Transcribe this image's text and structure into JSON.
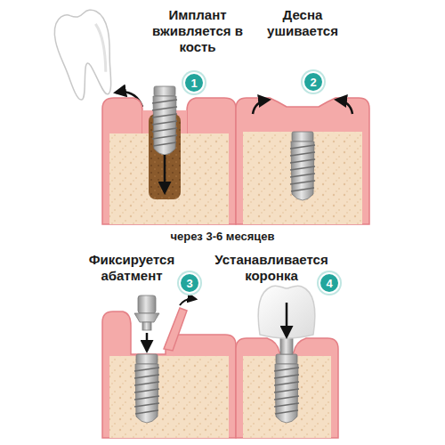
{
  "diagram": {
    "nodes": [
      {
        "text": [
          "1"
        ]
      },
      {
        "text": [
          "2"
        ]
      },
      {
        "text": [
          "3"
        ]
      },
      {
        "text": [
          "4"
        ]
      }
    ],
    "labels": [
      "Имплант вживляется в кость",
      "Десна ушивается",
      "через 3-6 месяцев",
      "Фиксируется абатмент",
      "Устанавливается коронка"
    ]
  }
}
